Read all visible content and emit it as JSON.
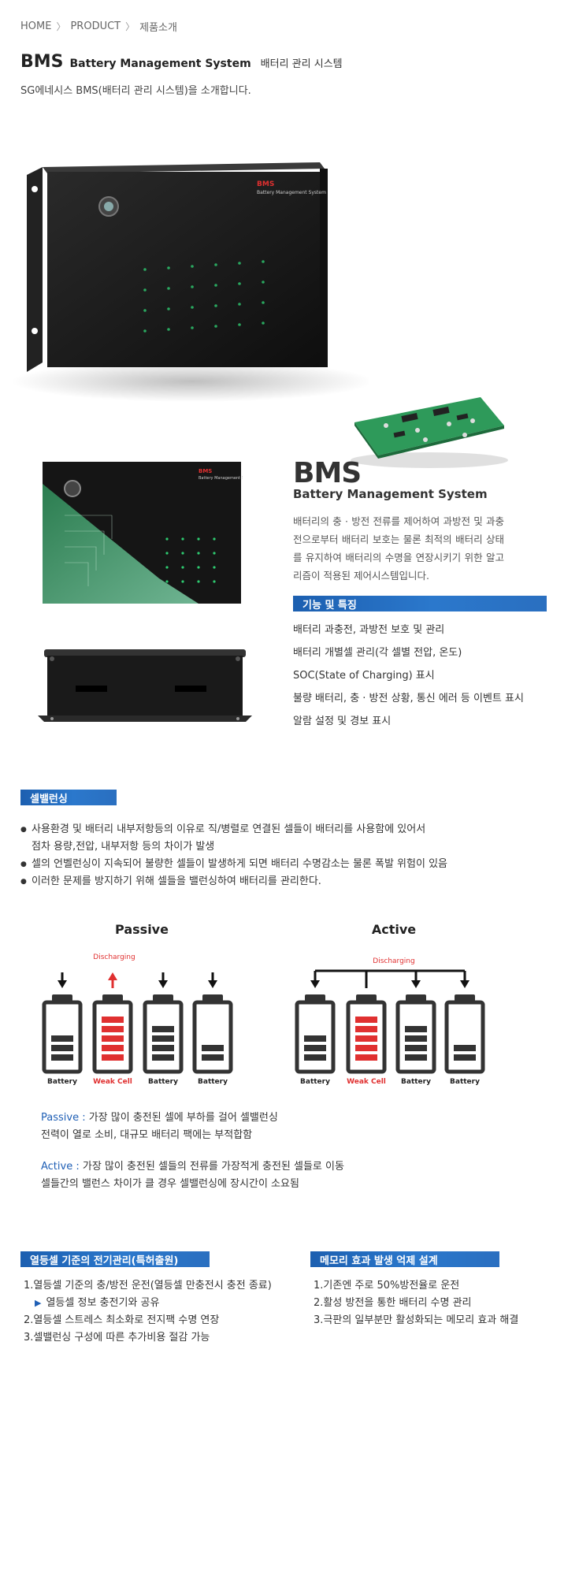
{
  "breadcrumb": {
    "home": "HOME",
    "product": "PRODUCT",
    "current": "제품소개"
  },
  "header": {
    "title_big": "BMS",
    "title_en": "Battery Management System",
    "title_ko": "배터리 관리 시스템",
    "subtitle": "SG에네시스 BMS(배터리 관리 시스템)을 소개합니다."
  },
  "device": {
    "brand": "BMS",
    "brand_sub": "Battery Management System"
  },
  "intro": {
    "big": "BMS",
    "sub": "Battery Management System",
    "desc": "배터리의 충 · 방전 전류를 제어하여 과방전 및 과충전으로부터 배터리 보호는 물론 최적의 배터리 상태를 유지하여 배터리의 수명을 연장시키기 위한 알고리즘이 적용된 제어시스템입니다."
  },
  "features": {
    "heading": "기능 및 특징",
    "items": [
      "배터리 과충전, 과방전 보호 및 관리",
      "배터리 개별셀 관리(각 셀별 전압, 온도)",
      "SOC(State of Charging) 표시",
      "불량 배터리, 충 · 방전 상황, 통신 에러 등 이벤트 표시",
      "알람 설정 및 경보 표시"
    ]
  },
  "cell_balancing": {
    "heading": "셀밸런싱",
    "bullets": [
      {
        "line1": "사용환경 및 배터리 내부저항등의 이유로 직/병렬로 연결된 셀들이 배터리를 사용함에 있어서",
        "line2": "점차 용량,전압, 내부저항 등의 차이가 발생"
      },
      {
        "line1": "셀의 언벨런싱이 지속되어 불량한 셀들이 발생하게 되면 배터리 수명감소는 물론 폭발 위험이 있음",
        "line2": ""
      },
      {
        "line1": "이러한 문제를 방지하기 위해 셀들을 밸런싱하여 배터리를 관리한다.",
        "line2": ""
      }
    ]
  },
  "diagram": {
    "passive_title": "Passive",
    "active_title": "Active",
    "discharging": "Discharging",
    "labels": [
      "Battery",
      "Weak Cell",
      "Battery",
      "Battery"
    ],
    "colors": {
      "black": "#333333",
      "red": "#e03030"
    }
  },
  "notes": {
    "passive_kw": "Passive :",
    "passive_l1": " 가장 많이 충전된 셀에 부하를 걸어 셀밸런싱",
    "passive_l2": "전력이 열로 소비, 대규모 배터리 팩에는 부적합함",
    "active_kw": "Active :",
    "active_l1": " 가장 많이 충전된 셀들의 전류를 가장적게 충전된 셀들로 이동",
    "active_l2": "셀들간의 밸런스 차이가 클 경우 셀밸런싱에 장시간이 소요됨"
  },
  "thermal": {
    "heading": "열등셀 기준의 전기관리(특허출원)",
    "items": [
      "1.열등셀 기준의 충/방전 운전(열등셀 만충전시 충전 종료)",
      "열등셀 정보 충전기와 공유",
      "2.열등셀 스트레스 최소화로 전지팩 수명 연장",
      "3.셀밸런싱 구성에 따른 추가비용 절감 가능"
    ]
  },
  "memory": {
    "heading": "메모리 효과 발생 억제 설계",
    "items": [
      "1.기존엔 주로 50%방전율로 운전",
      "2.활성 방전을 통한 배터리 수명 관리",
      "3.극판의 일부분만 활성화되는 메모리 효과 해결"
    ]
  },
  "colors": {
    "accent_blue": "#1f5fb5",
    "device_black": "#1a1a1a",
    "pcb_green": "#2e9a5a"
  }
}
